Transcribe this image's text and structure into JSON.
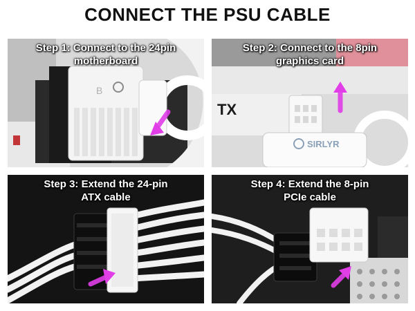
{
  "title": "CONNECT THE PSU CABLE",
  "accent_color": "#e13ee8",
  "steps": [
    {
      "line1": "Step 1: Connect to the 24pin",
      "line2": "motherboard"
    },
    {
      "line1": "Step 2: Connect to the 8pin",
      "line2": "graphics card"
    },
    {
      "line1": "Step 3: Extend the 24-pin",
      "line2": "ATX cable"
    },
    {
      "line1": "Step 4: Extend the 8-pin",
      "line2": "PCIe cable"
    }
  ],
  "brand_logo_text": "SIRLYR",
  "gpu_label_text": "TX",
  "board_mark_text": "B"
}
